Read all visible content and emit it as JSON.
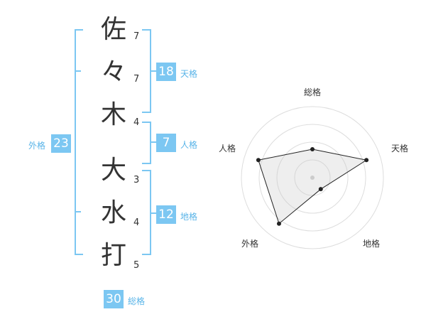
{
  "name": {
    "characters": [
      {
        "char": "佐",
        "strokes": "7"
      },
      {
        "char": "々",
        "strokes": "7"
      },
      {
        "char": "木",
        "strokes": "4"
      },
      {
        "char": "大",
        "strokes": "3"
      },
      {
        "char": "水",
        "strokes": "4"
      },
      {
        "char": "打",
        "strokes": "5"
      }
    ]
  },
  "kaku": {
    "tenkaku": {
      "value": "18",
      "label": "天格"
    },
    "jinkaku": {
      "value": "7",
      "label": "人格"
    },
    "chikaku": {
      "value": "12",
      "label": "地格"
    },
    "gaikaku": {
      "value": "23",
      "label": "外格"
    },
    "soukaku": {
      "value": "30",
      "label": "総格"
    }
  },
  "colors": {
    "accent": "#7cc7f2",
    "label": "#59b4e8",
    "text": "#333333"
  },
  "chart_data": {
    "type": "radar",
    "axes": [
      "総格",
      "天格",
      "地格",
      "外格",
      "人格"
    ],
    "max": 5,
    "rings": 4,
    "values": [
      2,
      4,
      1,
      4,
      4
    ]
  }
}
